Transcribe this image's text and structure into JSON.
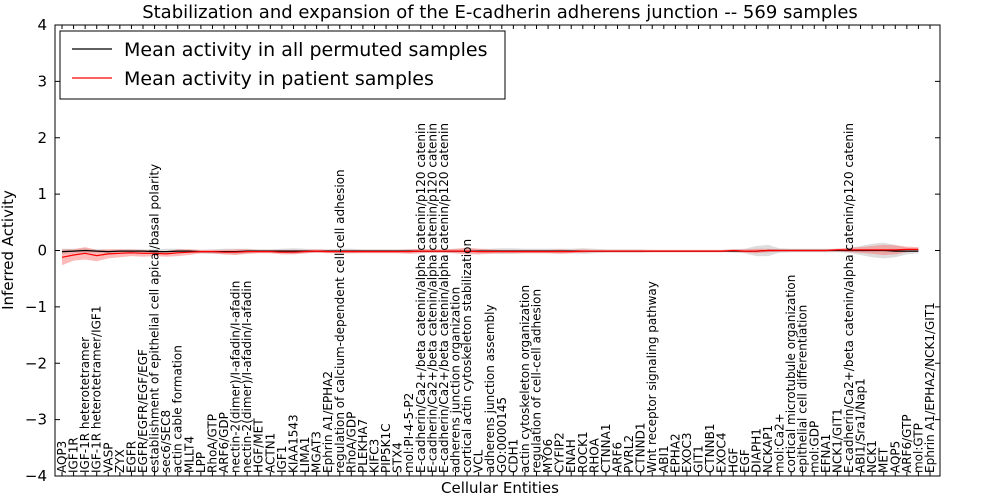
{
  "chart_data": {
    "type": "line",
    "title": "Stabilization and expansion of the E-cadherin adherens junction -- 569 samples",
    "xlabel": "Cellular Entities",
    "ylabel": "Inferred Activity",
    "ylim": [
      -4,
      4
    ],
    "yticks": [
      "−4",
      "−3",
      "−2",
      "−1",
      "0",
      "1",
      "2",
      "3",
      "4"
    ],
    "grid": false,
    "legend_position": "top-left",
    "categories": [
      "AQP3",
      "IGF1R",
      "IGF-1R heterotetramer",
      "IGF-1R heterotetramer/IGF1",
      "VASP",
      "ZYX",
      "EGFR",
      "EGFR/EGFR/EGF/EGF",
      "establishment of epithelial cell apical/basal polarity",
      "sec6/SEC8",
      "actin cable formation",
      "MLLT4",
      "LPP",
      "RhoA/GTP",
      "ARF6/GDP",
      "nectin-2(dimer)/I-afadin/I-afadin",
      "nectin-2(dimer)/I-afadin/I-afadin",
      "HGF/MET",
      "ACTN1",
      "IGF1",
      "KIAA1543",
      "LIMA1",
      "MGAT3",
      "Ephrin A1/EPHA2",
      "regulation of calcium-dependent cell-cell adhesion",
      "RhoA/GDP",
      "PLEKHA7",
      "KIFC3",
      "PIP5K1C",
      "STX4",
      "mol:PI-4-5-P2",
      "E-cadherin/Ca2+/beta catenin/alpha catenin/p120 catenin",
      "E-cadherin/Ca2+/beta catenin/alpha catenin/p120 catenin",
      "E-cadherin/Ca2+/beta catenin/alpha catenin/p120 catenin",
      "adherens junction organization",
      "cortical actin cytoskeleton stabilization",
      "VCL",
      "adherens junction assembly",
      "GO:0000145",
      "CDH1",
      "actin cytoskeleton organization",
      "regulation of cell-cell adhesion",
      "MYO6",
      "CYFIP2",
      "ENAH",
      "ROCK1",
      "RHOA",
      "CTNNA1",
      "ARF6",
      "PVRL2",
      "CTNND1",
      "Wnt receptor signaling pathway",
      "ABI1",
      "EPHA2",
      "EXOC3",
      "GIT1",
      "CTNNB1",
      "EXOC4",
      "HGF",
      "EGF",
      "DIAPH1",
      "NCKAP1",
      "mol:Ca2+",
      "cortical microtubule organization",
      "epithelial cell differentiation",
      "mol:GDP",
      "EFNA1",
      "NCK1/GIT1",
      "E-cadherin/Ca2+/beta catenin/alpha catenin/p120 catenin",
      "ABI1/Sra1/Nap1",
      "NCK1",
      "MET",
      "AQP5",
      "ARF6/GTP",
      "mol:GTP",
      "Ephrin A1/EPHA2/NCK1/GIT1"
    ],
    "series": [
      {
        "name": "Mean activity in all permuted samples",
        "color": "#000000",
        "band_color": "#bbbbbb",
        "values": [
          -0.02,
          -0.01,
          0.0,
          -0.01,
          -0.02,
          -0.01,
          -0.01,
          -0.01,
          -0.02,
          -0.02,
          -0.01,
          -0.01,
          -0.02,
          -0.02,
          -0.02,
          -0.02,
          -0.01,
          -0.01,
          -0.01,
          -0.01,
          -0.01,
          -0.01,
          -0.01,
          -0.01,
          -0.01,
          -0.01,
          -0.01,
          -0.01,
          -0.01,
          -0.01,
          -0.01,
          -0.01,
          -0.01,
          -0.01,
          -0.01,
          -0.01,
          -0.01,
          -0.01,
          -0.01,
          -0.01,
          -0.01,
          -0.01,
          -0.01,
          -0.01,
          -0.01,
          -0.01,
          -0.01,
          -0.01,
          -0.01,
          -0.01,
          -0.01,
          -0.01,
          -0.01,
          -0.01,
          -0.01,
          -0.01,
          -0.01,
          -0.01,
          -0.01,
          -0.01,
          -0.01,
          0.0,
          0.0,
          0.0,
          0.0,
          0.0,
          0.0,
          0.0,
          0.0,
          0.0,
          0.0,
          0.0,
          -0.01,
          -0.01,
          -0.01
        ],
        "spread": [
          0.05,
          0.04,
          0.04,
          0.03,
          0.04,
          0.03,
          0.03,
          0.03,
          0.04,
          0.05,
          0.04,
          0.03,
          0.03,
          0.04,
          0.05,
          0.05,
          0.04,
          0.03,
          0.03,
          0.04,
          0.05,
          0.04,
          0.03,
          0.03,
          0.04,
          0.04,
          0.03,
          0.03,
          0.03,
          0.03,
          0.03,
          0.03,
          0.03,
          0.03,
          0.04,
          0.04,
          0.04,
          0.04,
          0.05,
          0.05,
          0.04,
          0.04,
          0.04,
          0.04,
          0.04,
          0.05,
          0.04,
          0.03,
          0.03,
          0.03,
          0.03,
          0.02,
          0.02,
          0.02,
          0.02,
          0.02,
          0.02,
          0.02,
          0.03,
          0.04,
          0.09,
          0.1,
          0.04,
          0.03,
          0.03,
          0.03,
          0.03,
          0.03,
          0.04,
          0.08,
          0.12,
          0.14,
          0.11,
          0.06,
          0.04
        ]
      },
      {
        "name": "Mean activity in patient samples",
        "color": "#ff0000",
        "band_color": "#ff6666",
        "values": [
          -0.12,
          -0.08,
          -0.05,
          -0.09,
          -0.06,
          -0.05,
          -0.04,
          -0.05,
          -0.05,
          -0.06,
          -0.04,
          -0.03,
          -0.02,
          -0.02,
          -0.03,
          -0.03,
          -0.02,
          -0.02,
          -0.02,
          -0.03,
          -0.03,
          -0.02,
          -0.01,
          -0.02,
          -0.02,
          -0.02,
          -0.02,
          -0.02,
          -0.02,
          -0.02,
          -0.02,
          -0.01,
          -0.01,
          -0.01,
          -0.01,
          -0.01,
          -0.02,
          -0.02,
          -0.02,
          -0.02,
          -0.02,
          -0.02,
          -0.02,
          -0.02,
          -0.02,
          -0.01,
          -0.01,
          -0.01,
          -0.01,
          -0.01,
          -0.01,
          -0.01,
          -0.01,
          -0.01,
          -0.01,
          -0.01,
          -0.01,
          -0.01,
          0.0,
          -0.01,
          -0.01,
          0.0,
          0.0,
          0.0,
          0.0,
          0.0,
          0.0,
          0.01,
          0.01,
          0.01,
          0.01,
          0.01,
          0.01,
          0.02,
          0.02
        ],
        "spread": [
          0.14,
          0.1,
          0.11,
          0.1,
          0.08,
          0.07,
          0.06,
          0.06,
          0.05,
          0.05,
          0.06,
          0.05,
          0.03,
          0.03,
          0.04,
          0.05,
          0.04,
          0.03,
          0.03,
          0.04,
          0.04,
          0.03,
          0.03,
          0.03,
          0.03,
          0.03,
          0.03,
          0.03,
          0.03,
          0.03,
          0.04,
          0.04,
          0.03,
          0.03,
          0.04,
          0.06,
          0.05,
          0.04,
          0.03,
          0.03,
          0.03,
          0.03,
          0.03,
          0.04,
          0.03,
          0.03,
          0.02,
          0.02,
          0.02,
          0.02,
          0.02,
          0.02,
          0.02,
          0.02,
          0.02,
          0.02,
          0.02,
          0.02,
          0.02,
          0.03,
          0.04,
          0.03,
          0.02,
          0.02,
          0.02,
          0.02,
          0.02,
          0.02,
          0.04,
          0.05,
          0.07,
          0.09,
          0.08,
          0.05,
          0.04
        ]
      }
    ]
  }
}
